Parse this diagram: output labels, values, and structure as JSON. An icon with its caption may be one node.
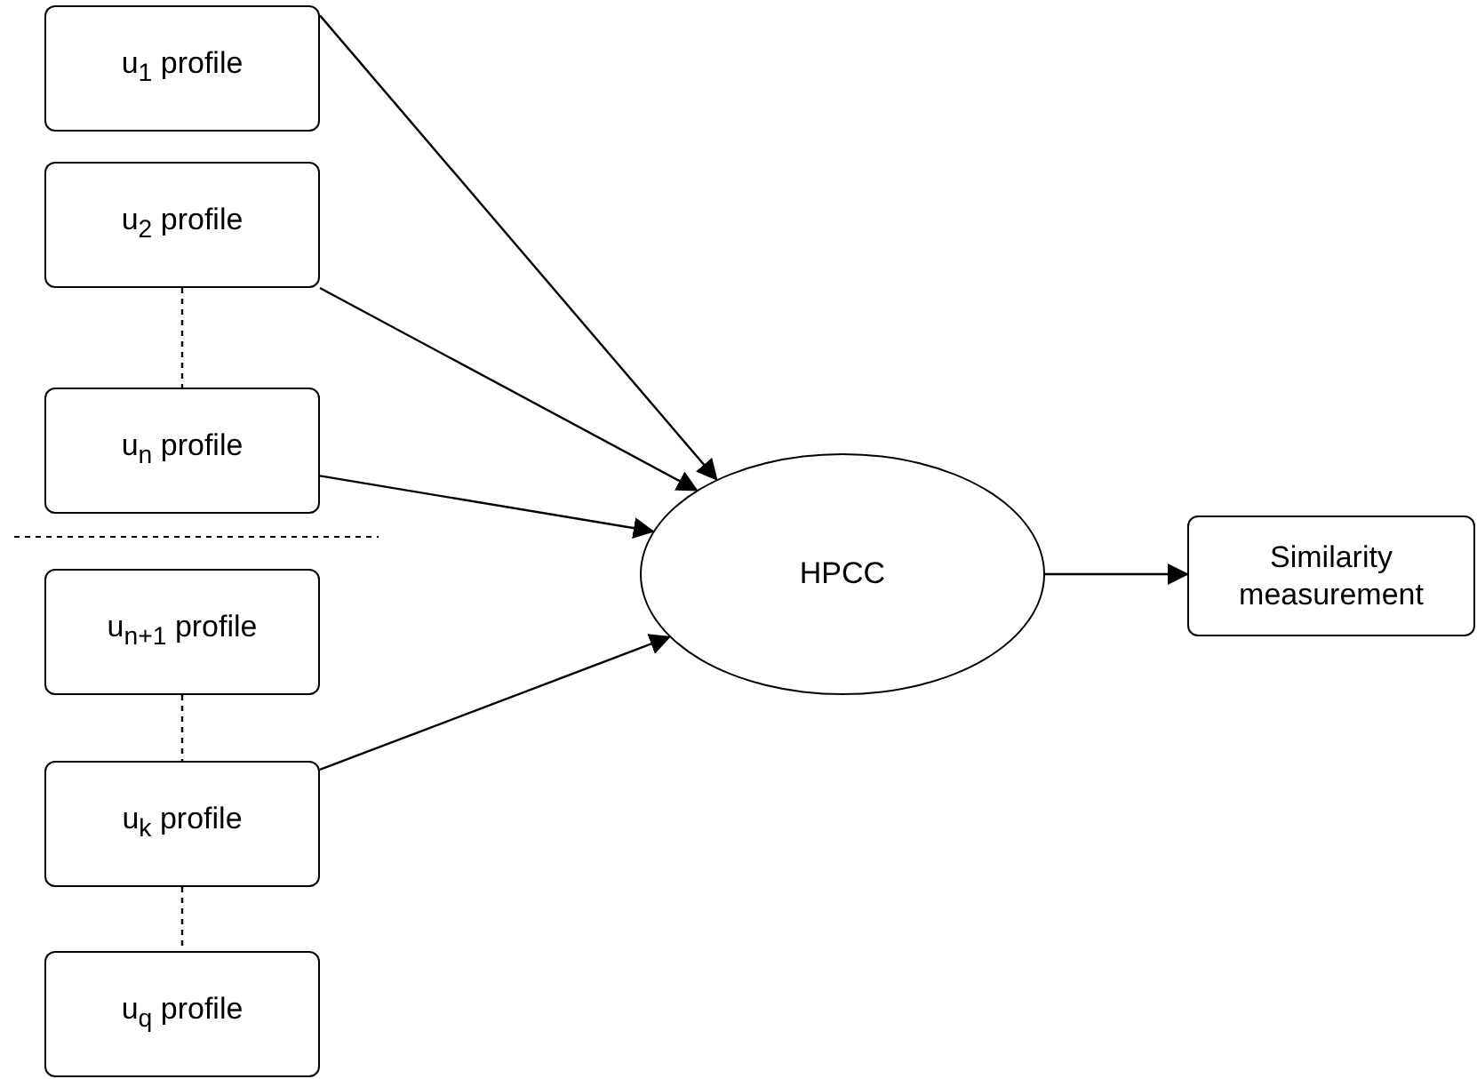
{
  "diagram": {
    "nodes": [
      {
        "text": [
          "u$_{1}$ profile"
        ]
      },
      {
        "text": [
          "u$_{2}$ profile"
        ]
      },
      {
        "text": [
          "u$_{n}$ profile"
        ]
      },
      {
        "text": [
          "u$_{n+1}$ profile"
        ]
      },
      {
        "text": [
          "u$_{k}$ profile"
        ]
      },
      {
        "text": [
          "u$_{q}$ profile"
        ]
      },
      {
        "text": [
          "HPCC"
        ]
      },
      {
        "text": [
          "Similarity measurement"
        ]
      }
    ],
    "edges": [
      {
        "from": 0,
        "to": 6,
        "arrow": "to"
      },
      {
        "from": 1,
        "to": 6,
        "arrow": "to"
      },
      {
        "from": 2,
        "to": 6,
        "arrow": "to"
      },
      {
        "from": 4,
        "to": 6,
        "arrow": "to"
      },
      {
        "from": 6,
        "to": 7,
        "arrow": "to"
      },
      {
        "from": 1,
        "to": 2,
        "arrow": "none",
        "style": "dashed"
      },
      {
        "from": 3,
        "to": 4,
        "arrow": "none",
        "style": "dashed"
      },
      {
        "from": 4,
        "to": 5,
        "arrow": "none",
        "style": "dashed"
      }
    ]
  }
}
